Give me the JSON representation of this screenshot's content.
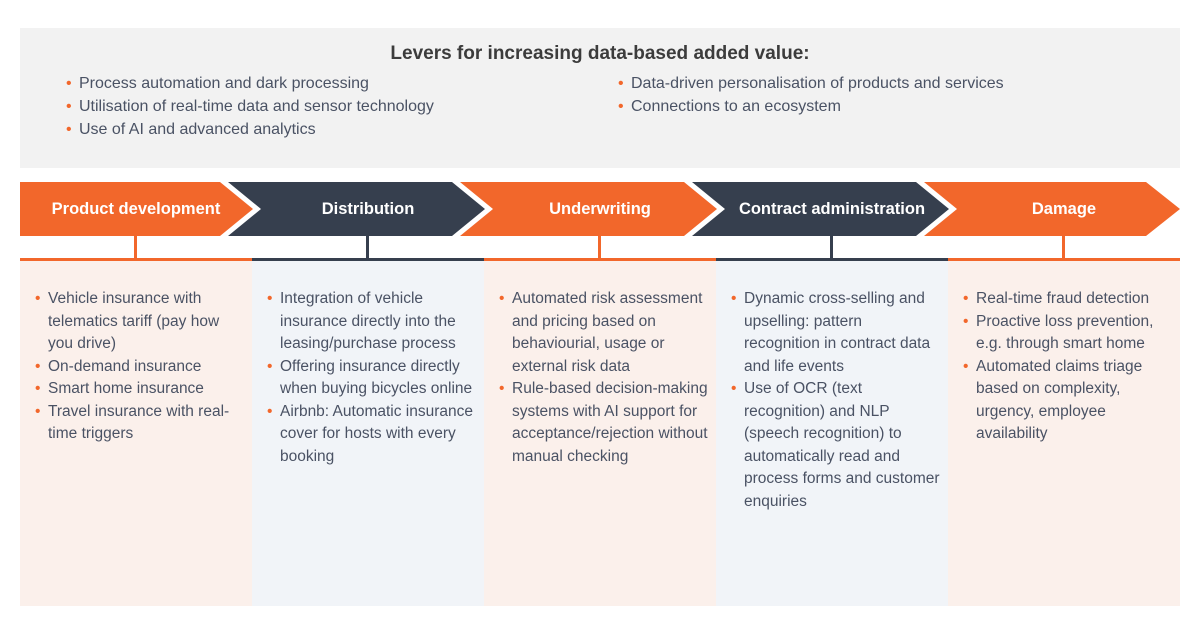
{
  "header": {
    "title": "Levers for increasing data-based added value:",
    "left_bullets": [
      "Process automation and dark processing",
      "Utilisation of real-time data and sensor technology",
      "Use of AI and advanced analytics"
    ],
    "right_bullets": [
      "Data-driven personalisation of products and services",
      "Connections to an ecosystem"
    ]
  },
  "stages": [
    {
      "label": "Product development",
      "color": "orange",
      "bullets": [
        "Vehicle insurance with telematics tariff (pay how you drive)",
        "On-demand insurance",
        "Smart home insurance",
        "Travel insurance with real-time triggers"
      ]
    },
    {
      "label": "Distribution",
      "color": "dark",
      "bullets": [
        "Integration of vehicle insurance directly into the leasing/purchase process",
        "Offering insurance directly when buying bicycles online",
        "Airbnb: Automatic insurance cover for hosts with every booking"
      ]
    },
    {
      "label": "Underwriting",
      "color": "orange",
      "bullets": [
        "Automated risk assessment and pricing based on behaviourial, usage or external risk data",
        "Rule-based decision-making systems with AI support for acceptance/rejection without manual checking"
      ]
    },
    {
      "label": "Contract administration",
      "color": "dark",
      "bullets": [
        "Dynamic cross-selling and upselling: pattern recognition in contract data and life events",
        "Use of OCR (text recognition) and NLP (speech recognition) to automatically read and process forms and customer enquiries"
      ]
    },
    {
      "label": "Damage",
      "color": "orange",
      "bullets": [
        "Real-time fraud detection",
        "Proactive loss prevention, e.g. through smart home",
        "Automated claims triage based on complexity, urgency, employee availability"
      ]
    }
  ],
  "colors": {
    "orange": "#F2672B",
    "dark": "#363F4E",
    "header_bg": "#F2F2F2",
    "tint_orange": "#FBF0EB",
    "tint_dark": "#F1F4F8",
    "body_text": "#4A5264",
    "title_text": "#3C3C3C",
    "bullet": "#F2672B",
    "arrow_label_text": "#FFFFFF"
  }
}
